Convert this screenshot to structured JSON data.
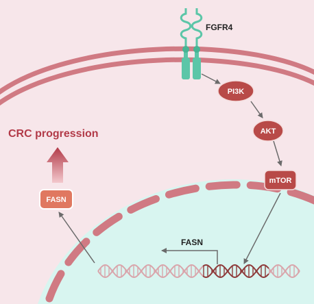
{
  "receptor": {
    "label": "FGFR4"
  },
  "pathway": [
    {
      "label": "PI3K"
    },
    {
      "label": "AKT"
    },
    {
      "label": "mTOR"
    }
  ],
  "gene": {
    "label": "FASN"
  },
  "protein": {
    "label": "FASN"
  },
  "outcome": {
    "label": "CRC progression"
  },
  "colors": {
    "background": "#f7e6ea",
    "membrane": "#d07a83",
    "nucleus_fill": "#d8f5f0",
    "nucleus_envelope": "#d07a83",
    "receptor": "#5cc6a8",
    "kinase_node": "#b84a48",
    "protein_box": "#e07860",
    "outcome_text": "#b23a48",
    "arrow": "#6b6b6b",
    "dna_light": "#d9a5ab",
    "dna_dark": "#8e3a3a"
  }
}
